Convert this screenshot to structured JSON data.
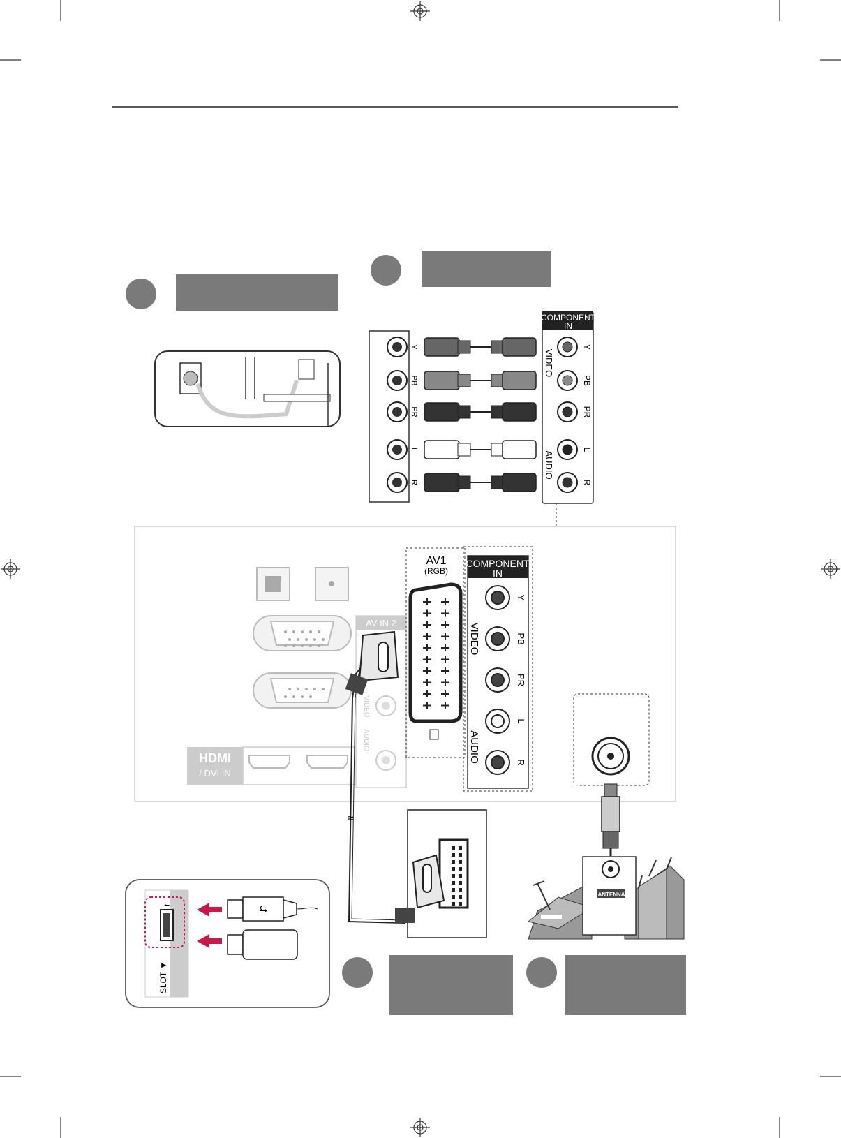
{
  "component_panel": {
    "header_line1": "COMPONENT",
    "header_line2": "IN",
    "jacks": [
      "Y",
      "PB",
      "PR",
      "L",
      "R"
    ],
    "video_label": "VIDEO",
    "audio_label": "AUDIO",
    "source_jack_labels": [
      "Y",
      "PB",
      "PR",
      "L",
      "R"
    ]
  },
  "tv_panel": {
    "av1_title": "AV1",
    "av1_sub": "(RGB)",
    "av_in2_label": "AV IN 2",
    "av_in2_side_labels": [
      "VIDEO",
      "AUDIO"
    ],
    "hdmi_logo": "HDMI",
    "hdmi_sub": "/ DVI IN",
    "antenna_label": "ANTENNA"
  },
  "usb_panel": {
    "slot_label": "SLOT ▼"
  },
  "colors": {
    "label_box": "#7a7a7a",
    "step_circle": "#7a7a7a",
    "usb_highlight": "#c8194b",
    "usb_arrow": "#c8194b"
  }
}
